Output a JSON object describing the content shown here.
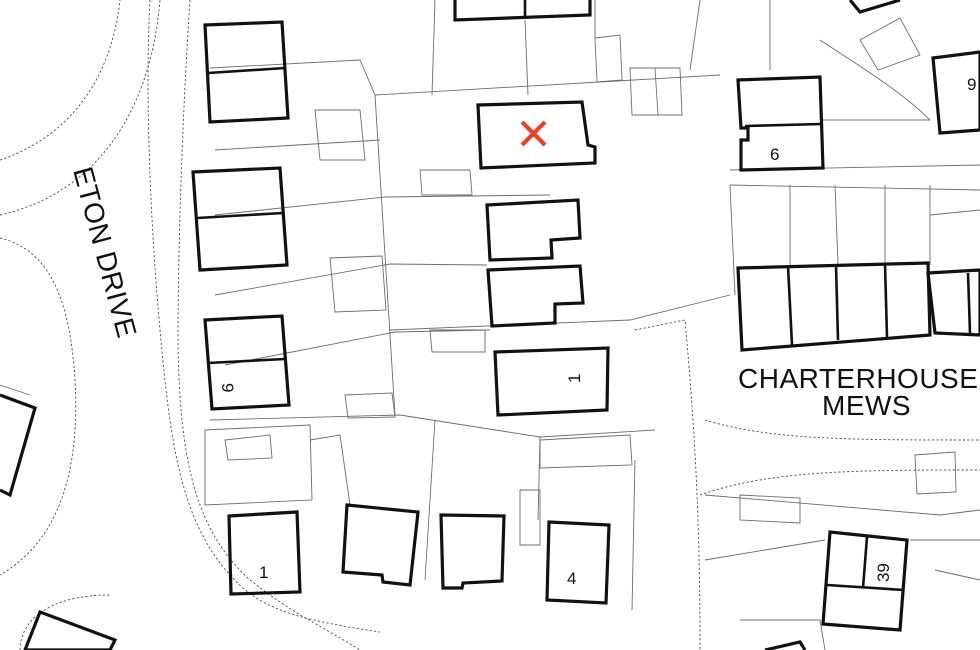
{
  "map": {
    "streets": {
      "eton_drive": "ETON DRIVE",
      "charterhouse_line1": "CHARTERHOUSE",
      "charterhouse_line2": "MEWS"
    },
    "house_numbers": {
      "n6": "6",
      "n9_left": "9",
      "n1_center": "1",
      "n1_bottom": "1",
      "n4": "4",
      "n39": "39",
      "n9_topright": "9"
    },
    "colors": {
      "marker": "#e8412a",
      "buildings": "#111111",
      "boundaries": "#6d6d6d",
      "road_edges": "#4a4a4a"
    },
    "marker_icon": "x-marker-icon"
  }
}
